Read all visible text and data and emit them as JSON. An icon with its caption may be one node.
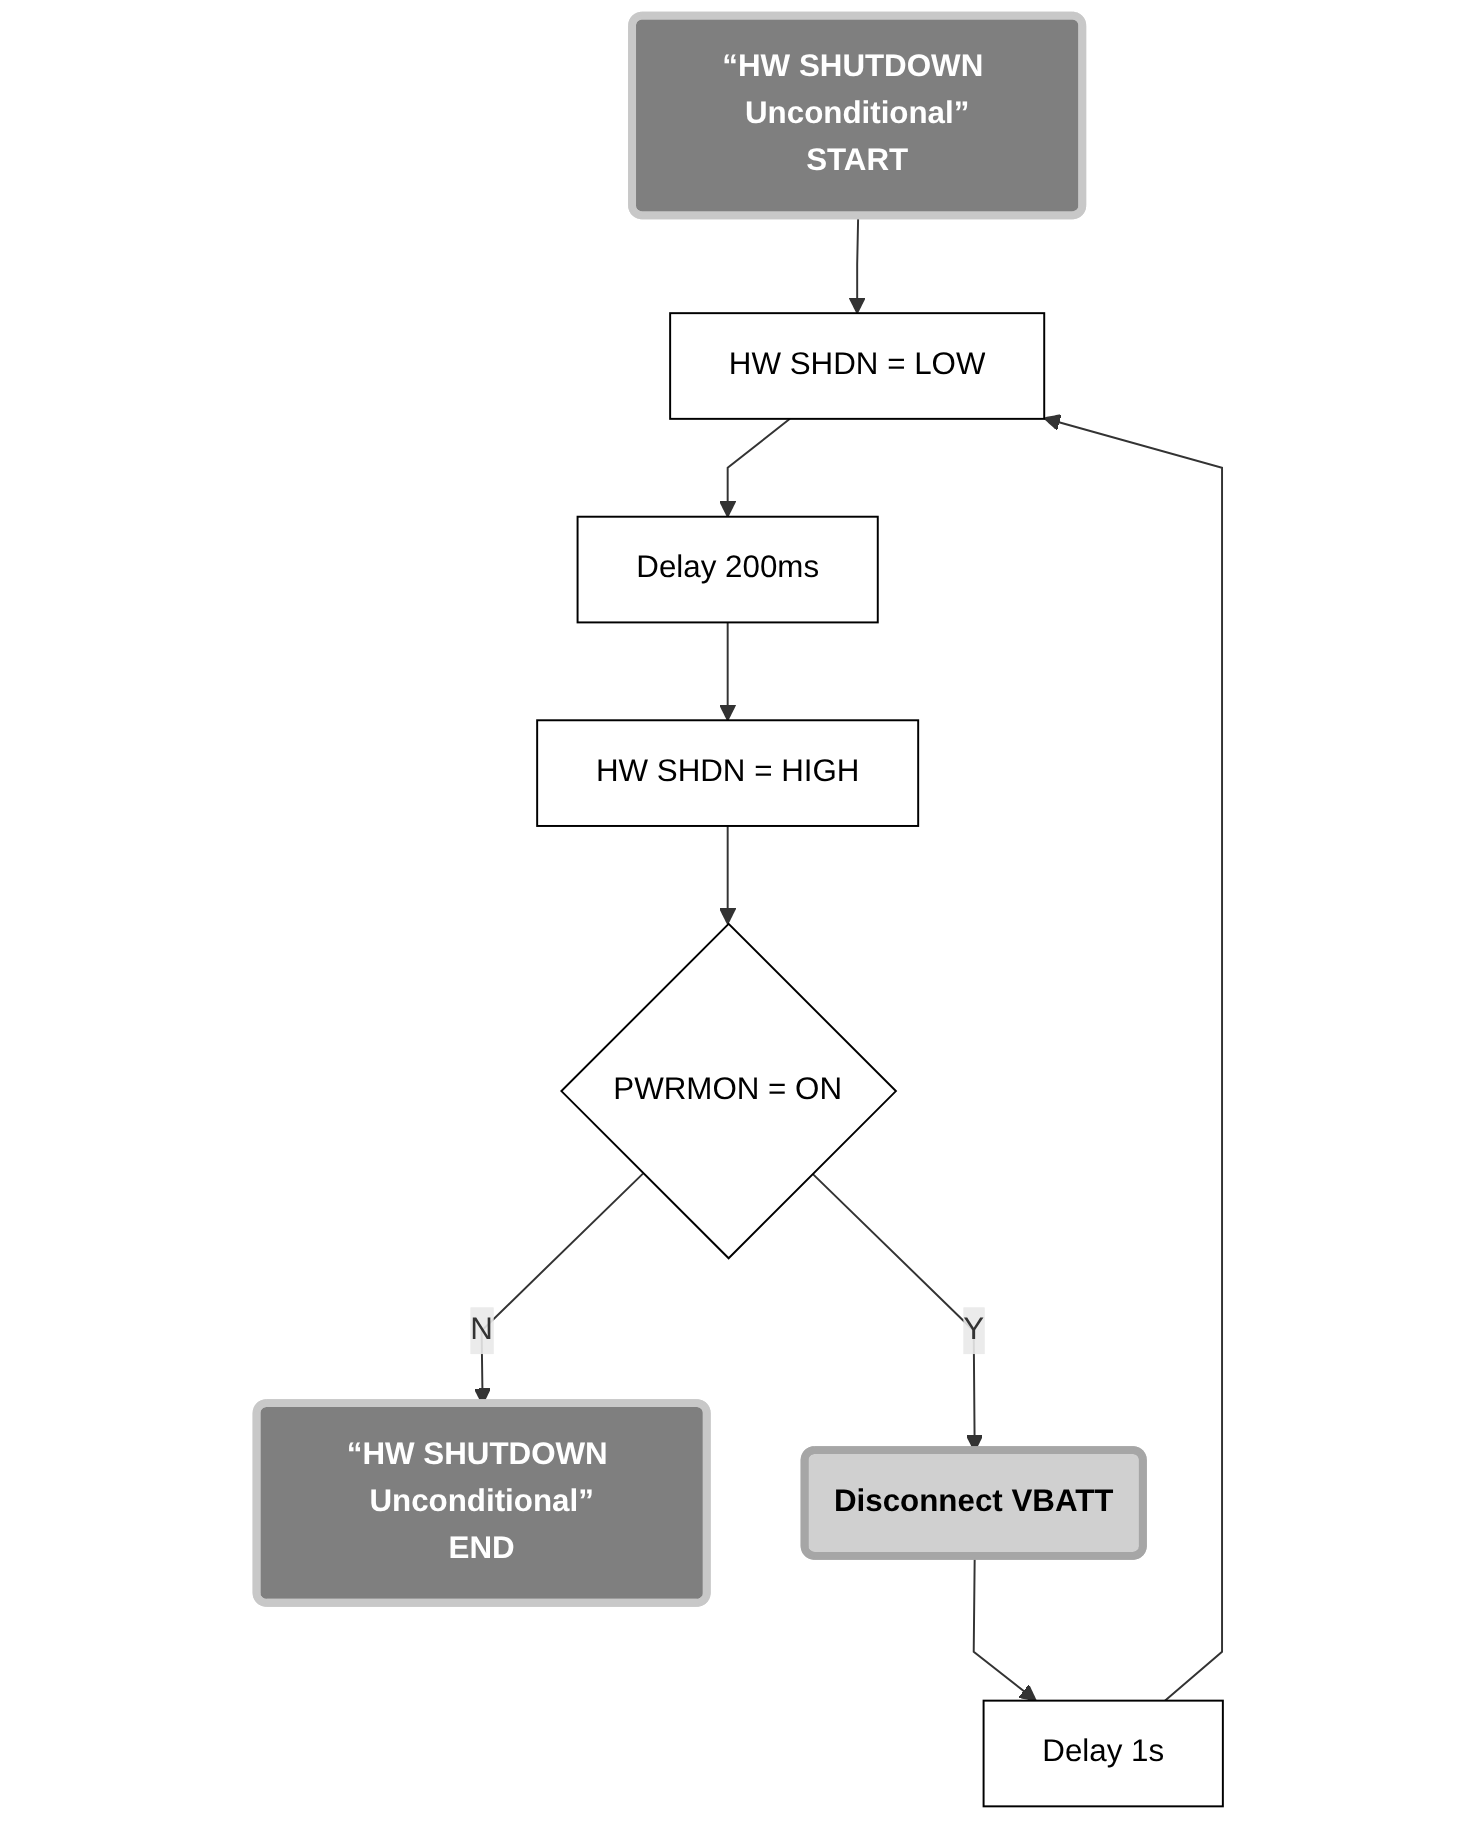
{
  "diagram": {
    "nodes": [
      {
        "text": [
          "“HW SHUTDOWN Unconditional”",
          "START"
        ]
      },
      {
        "text": [
          "HW SHDN = LOW"
        ]
      },
      {
        "text": [
          "Delay 200ms"
        ]
      },
      {
        "text": [
          "HW SHDN = HIGH"
        ]
      },
      {
        "text": [
          "PWRMON = ON"
        ]
      },
      {
        "text": [
          "“HW SHUTDOWN Unconditional”",
          "END"
        ]
      },
      {
        "text": [
          "Disconnect VBATT"
        ]
      },
      {
        "text": [
          "Delay 1s"
        ]
      }
    ],
    "edges": [
      {
        "from": 0,
        "to": 1,
        "arrow": "to"
      },
      {
        "from": 1,
        "to": 2,
        "arrow": "to"
      },
      {
        "from": 2,
        "to": 3,
        "arrow": "to"
      },
      {
        "from": 3,
        "to": 4,
        "arrow": "to"
      },
      {
        "from": 4,
        "to": 6,
        "label": "Y",
        "arrow": "to"
      },
      {
        "from": 6,
        "to": 7,
        "arrow": "to"
      },
      {
        "from": 7,
        "to": 1,
        "arrow": "to"
      },
      {
        "from": 4,
        "to": 5,
        "label": "N",
        "arrow": "to"
      }
    ]
  }
}
